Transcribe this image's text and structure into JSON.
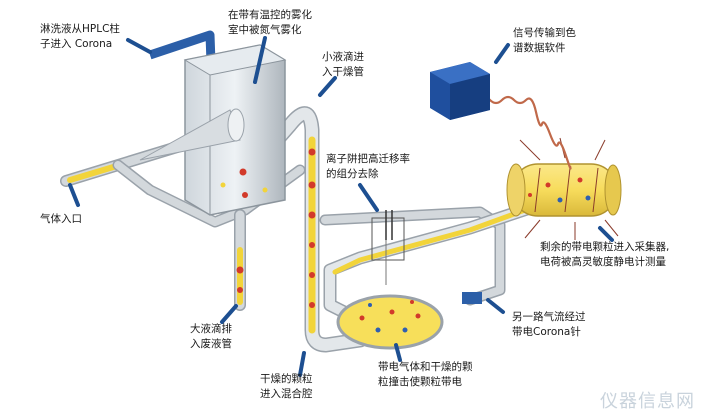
{
  "labels": {
    "eluent": "淋洗液从HPLC柱\n子进入 Corona",
    "nebulize": "在带有温控的雾化\n室中被氮气雾化",
    "small_drops": "小液滴进\n入干燥管",
    "signal": "信号传输到色\n谱数据软件",
    "ion_trap": "离子阱把高迁移率\n的组分去除",
    "gas_inlet": "气体入口",
    "collector": "剩余的带电颗粒进入采集器,\n电荷被高灵敏度静电计测量",
    "large_drops": "大液滴排\n入废液管",
    "second_gas": "另一路气流经过\n带电Corona针",
    "dry_particles": "干燥的颗粒\n进入混合腔",
    "charged_gas": "带电气体和干燥的颗\n粒撞击使颗粒带电"
  },
  "watermark": "仪器信息网",
  "colors": {
    "tube": "#c9ced3",
    "tube_edge": "#9aa2aa",
    "liquid": "#f2d43a",
    "pointer": "#1d4f91",
    "box": "#1f4f9e",
    "particle_red": "#d23a2a",
    "particle_blue": "#2f5fb0"
  }
}
